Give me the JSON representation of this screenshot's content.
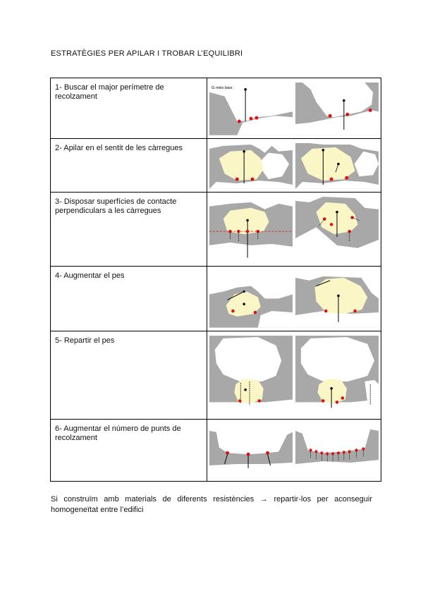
{
  "doc": {
    "title": "ESTRATÈGIES PER APILAR I TROBAR L’EQUILIBRI",
    "rows": [
      {
        "label": "1- Buscar el major perímetre de recolzament",
        "note": "G més baix",
        "left_icon": "stone-diagram-low-center-icon",
        "right_icon": "stone-diagram-high-center-icon"
      },
      {
        "label": "2- Apilar en el sentit de les càrregues",
        "left_icon": "stone-diagram-aligned-load-icon",
        "right_icon": "stone-diagram-misaligned-load-icon"
      },
      {
        "label": "3- Disposar superfícies de contacte perpendiculars a les càrregues",
        "left_icon": "stone-diagram-horizontal-contact-icon",
        "right_icon": "stone-diagram-inclined-contact-icon"
      },
      {
        "label": "4- Augmentar el pes",
        "left_icon": "stone-diagram-small-weight-icon",
        "right_icon": "stone-diagram-large-weight-icon"
      },
      {
        "label": "5- Repartir el pes",
        "left_icon": "stone-diagram-concentrated-weight-icon",
        "right_icon": "stone-diagram-distributed-weight-icon"
      },
      {
        "label": "6- Augmentar el número de punts de recolzament",
        "left_icon": "stone-diagram-few-supports-icon",
        "right_icon": "stone-diagram-many-supports-icon"
      }
    ],
    "footer": "Si construïm amb materials de diferents resistències → repartir-los per aconseguir homogeneïtat entre l’edifici"
  },
  "colors": {
    "background_stone": "#a8a8a8",
    "highlight_stone": "#fbf6c6",
    "contact_point": "#e01010",
    "outline": "#000000"
  }
}
